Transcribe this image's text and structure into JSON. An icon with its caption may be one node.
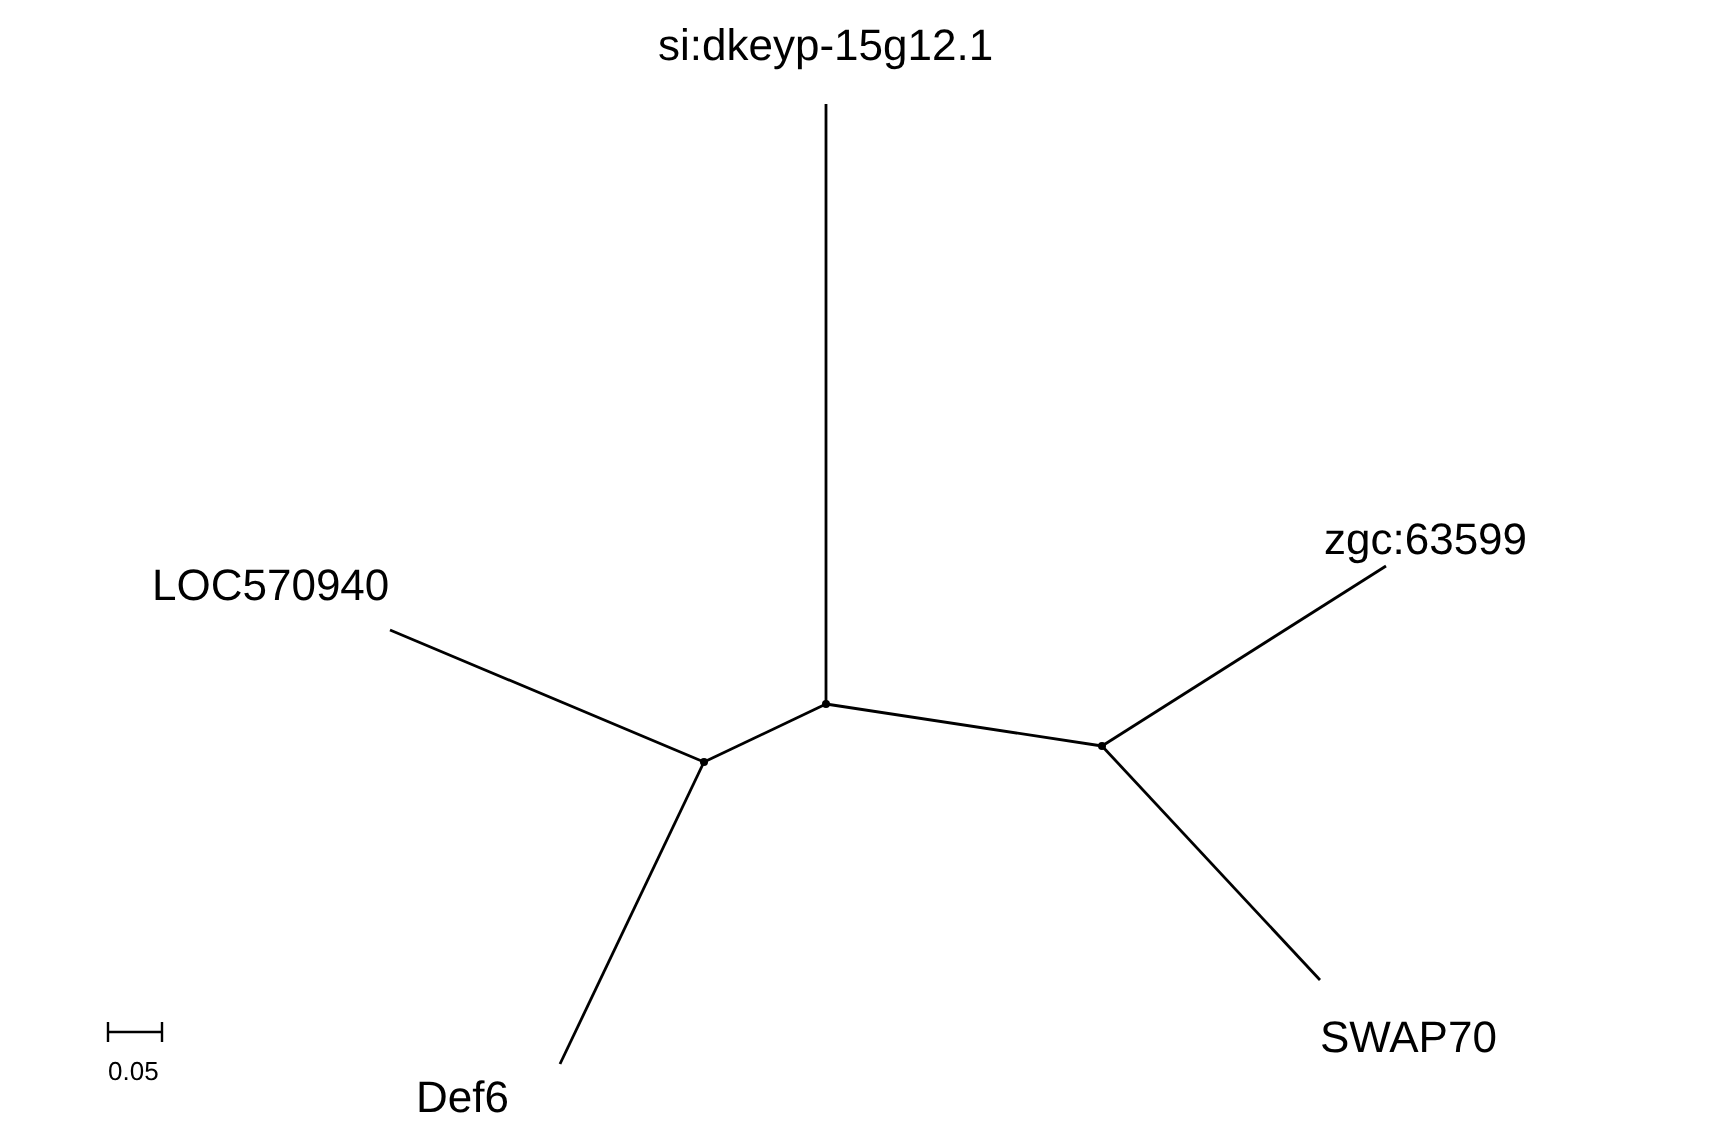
{
  "diagram": {
    "nodes": [
      {
        "text": [
          "si:dkeyp-15g12.1"
        ]
      },
      {
        "text": [
          "zgc:63599"
        ]
      },
      {
        "text": [
          "LOC570940"
        ]
      },
      {
        "text": [],
        "shape": "point"
      },
      {
        "text": [],
        "shape": "point"
      },
      {
        "text": [],
        "shape": "point"
      },
      {
        "text": [
          "SWAP70"
        ]
      },
      {
        "text": [
          "Def6"
        ]
      }
    ],
    "edges": [
      {
        "from": 0,
        "to": 3,
        "arrow": "none"
      },
      {
        "from": 3,
        "to": 4,
        "arrow": "none"
      },
      {
        "from": 3,
        "to": 5,
        "arrow": "none"
      },
      {
        "from": 4,
        "to": 1,
        "arrow": "none"
      },
      {
        "from": 4,
        "to": 6,
        "arrow": "none"
      },
      {
        "from": 5,
        "to": 2,
        "arrow": "none"
      },
      {
        "from": 5,
        "to": 7,
        "arrow": "none"
      }
    ],
    "labels": [
      "0.05"
    ]
  }
}
